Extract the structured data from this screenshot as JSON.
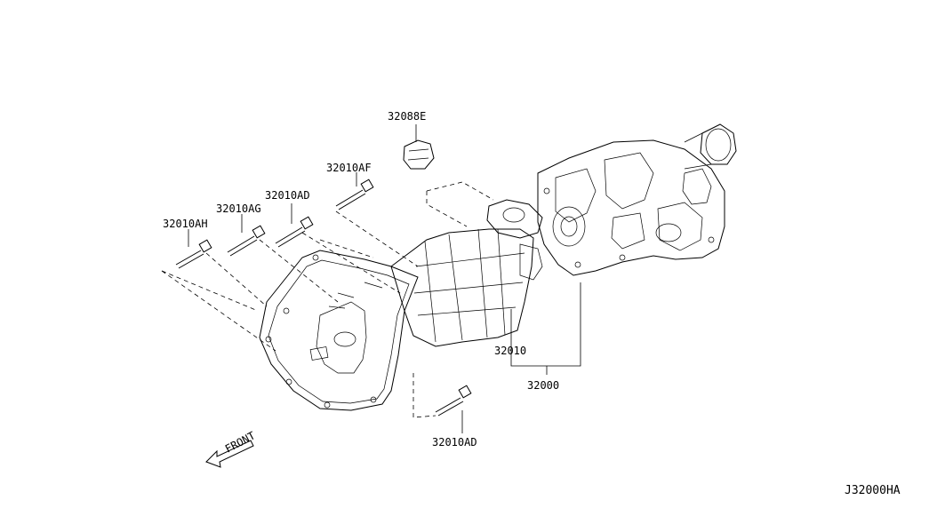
{
  "diagram": {
    "reference_code": "J32000HA",
    "front_label": "FRONT",
    "callouts": {
      "p32088E": "32088E",
      "p32010AF": "32010AF",
      "p32010AD_top": "32010AD",
      "p32010AG": "32010AG",
      "p32010AH": "32010AH",
      "p32010": "32010",
      "p32000": "32000",
      "p32010AD_bottom": "32010AD"
    }
  }
}
